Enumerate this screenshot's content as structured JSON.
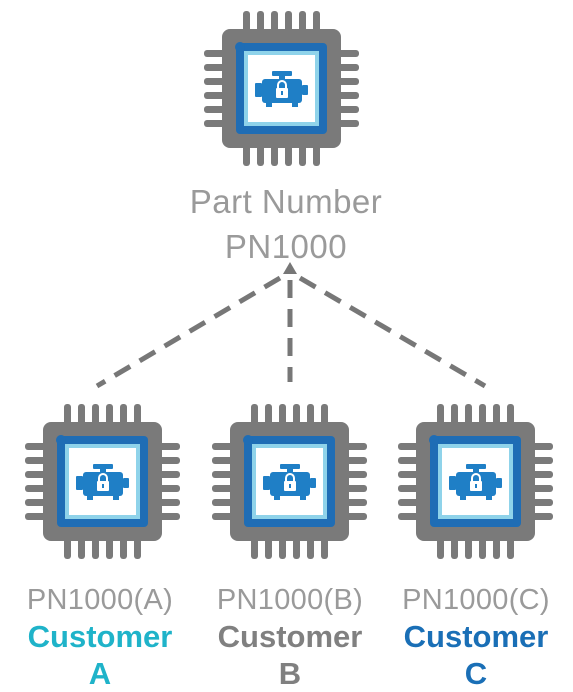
{
  "parent": {
    "title": "Part Number",
    "part_number": "PN1000",
    "icon": "engine-lock-chip-icon"
  },
  "children": [
    {
      "part_number": "PN1000(A)",
      "customer_label": "Customer",
      "customer_letter": "A",
      "color": "#1fb3c9",
      "icon": "engine-lock-chip-icon"
    },
    {
      "part_number": "PN1000(B)",
      "customer_label": "Customer",
      "customer_letter": "B",
      "color": "#808080",
      "icon": "engine-lock-chip-icon"
    },
    {
      "part_number": "PN1000(C)",
      "customer_label": "Customer",
      "customer_letter": "C",
      "color": "#1a6fb6",
      "icon": "engine-lock-chip-icon"
    }
  ],
  "colors": {
    "chip_gray": "#7a7a7a",
    "chip_blue_outer": "#1f6db5",
    "chip_blue_inner": "#1f8ad0",
    "line_gray": "#777777"
  }
}
